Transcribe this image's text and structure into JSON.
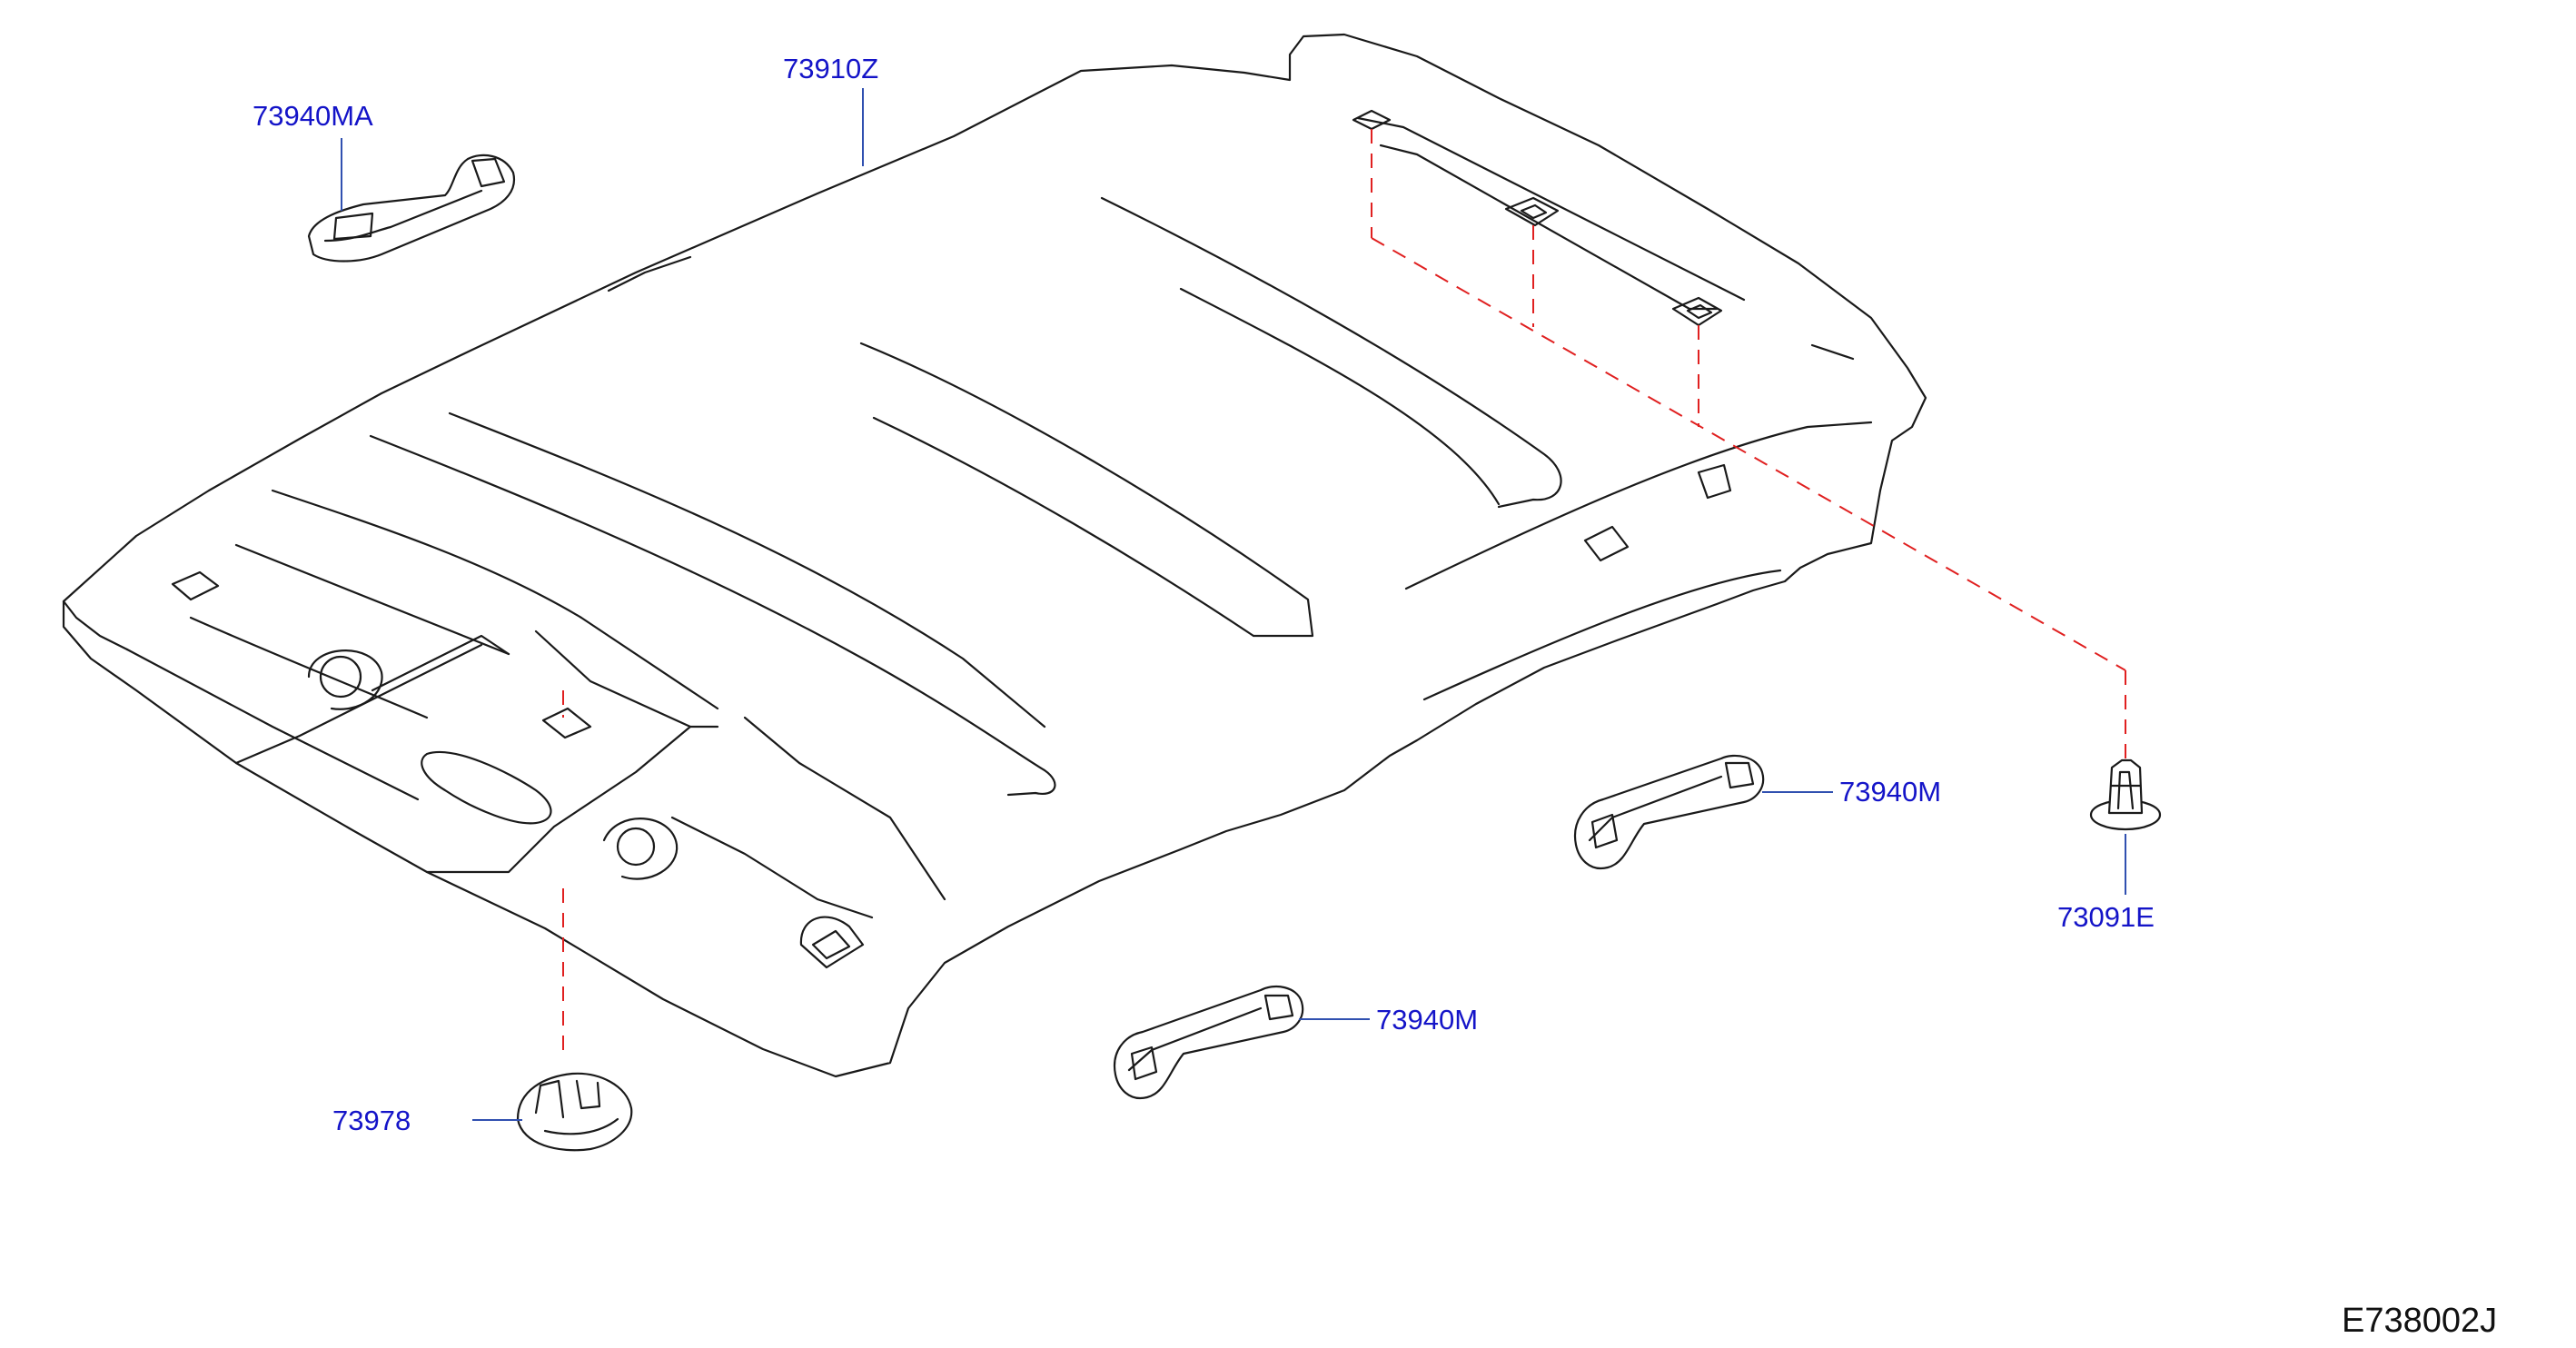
{
  "colors": {
    "linework": "#1a1a1a",
    "callout_text": "#1414c8",
    "leader": "#3050b0",
    "dashed_guides": "#e02020",
    "background": "#ffffff"
  },
  "parts": {
    "headlining": "73910Z",
    "grip_front": "73940MA",
    "grip_right": "73940M",
    "grip_center": "73940M",
    "clip": "73091E",
    "cap": "73978"
  },
  "illustration_code": "E738002J"
}
